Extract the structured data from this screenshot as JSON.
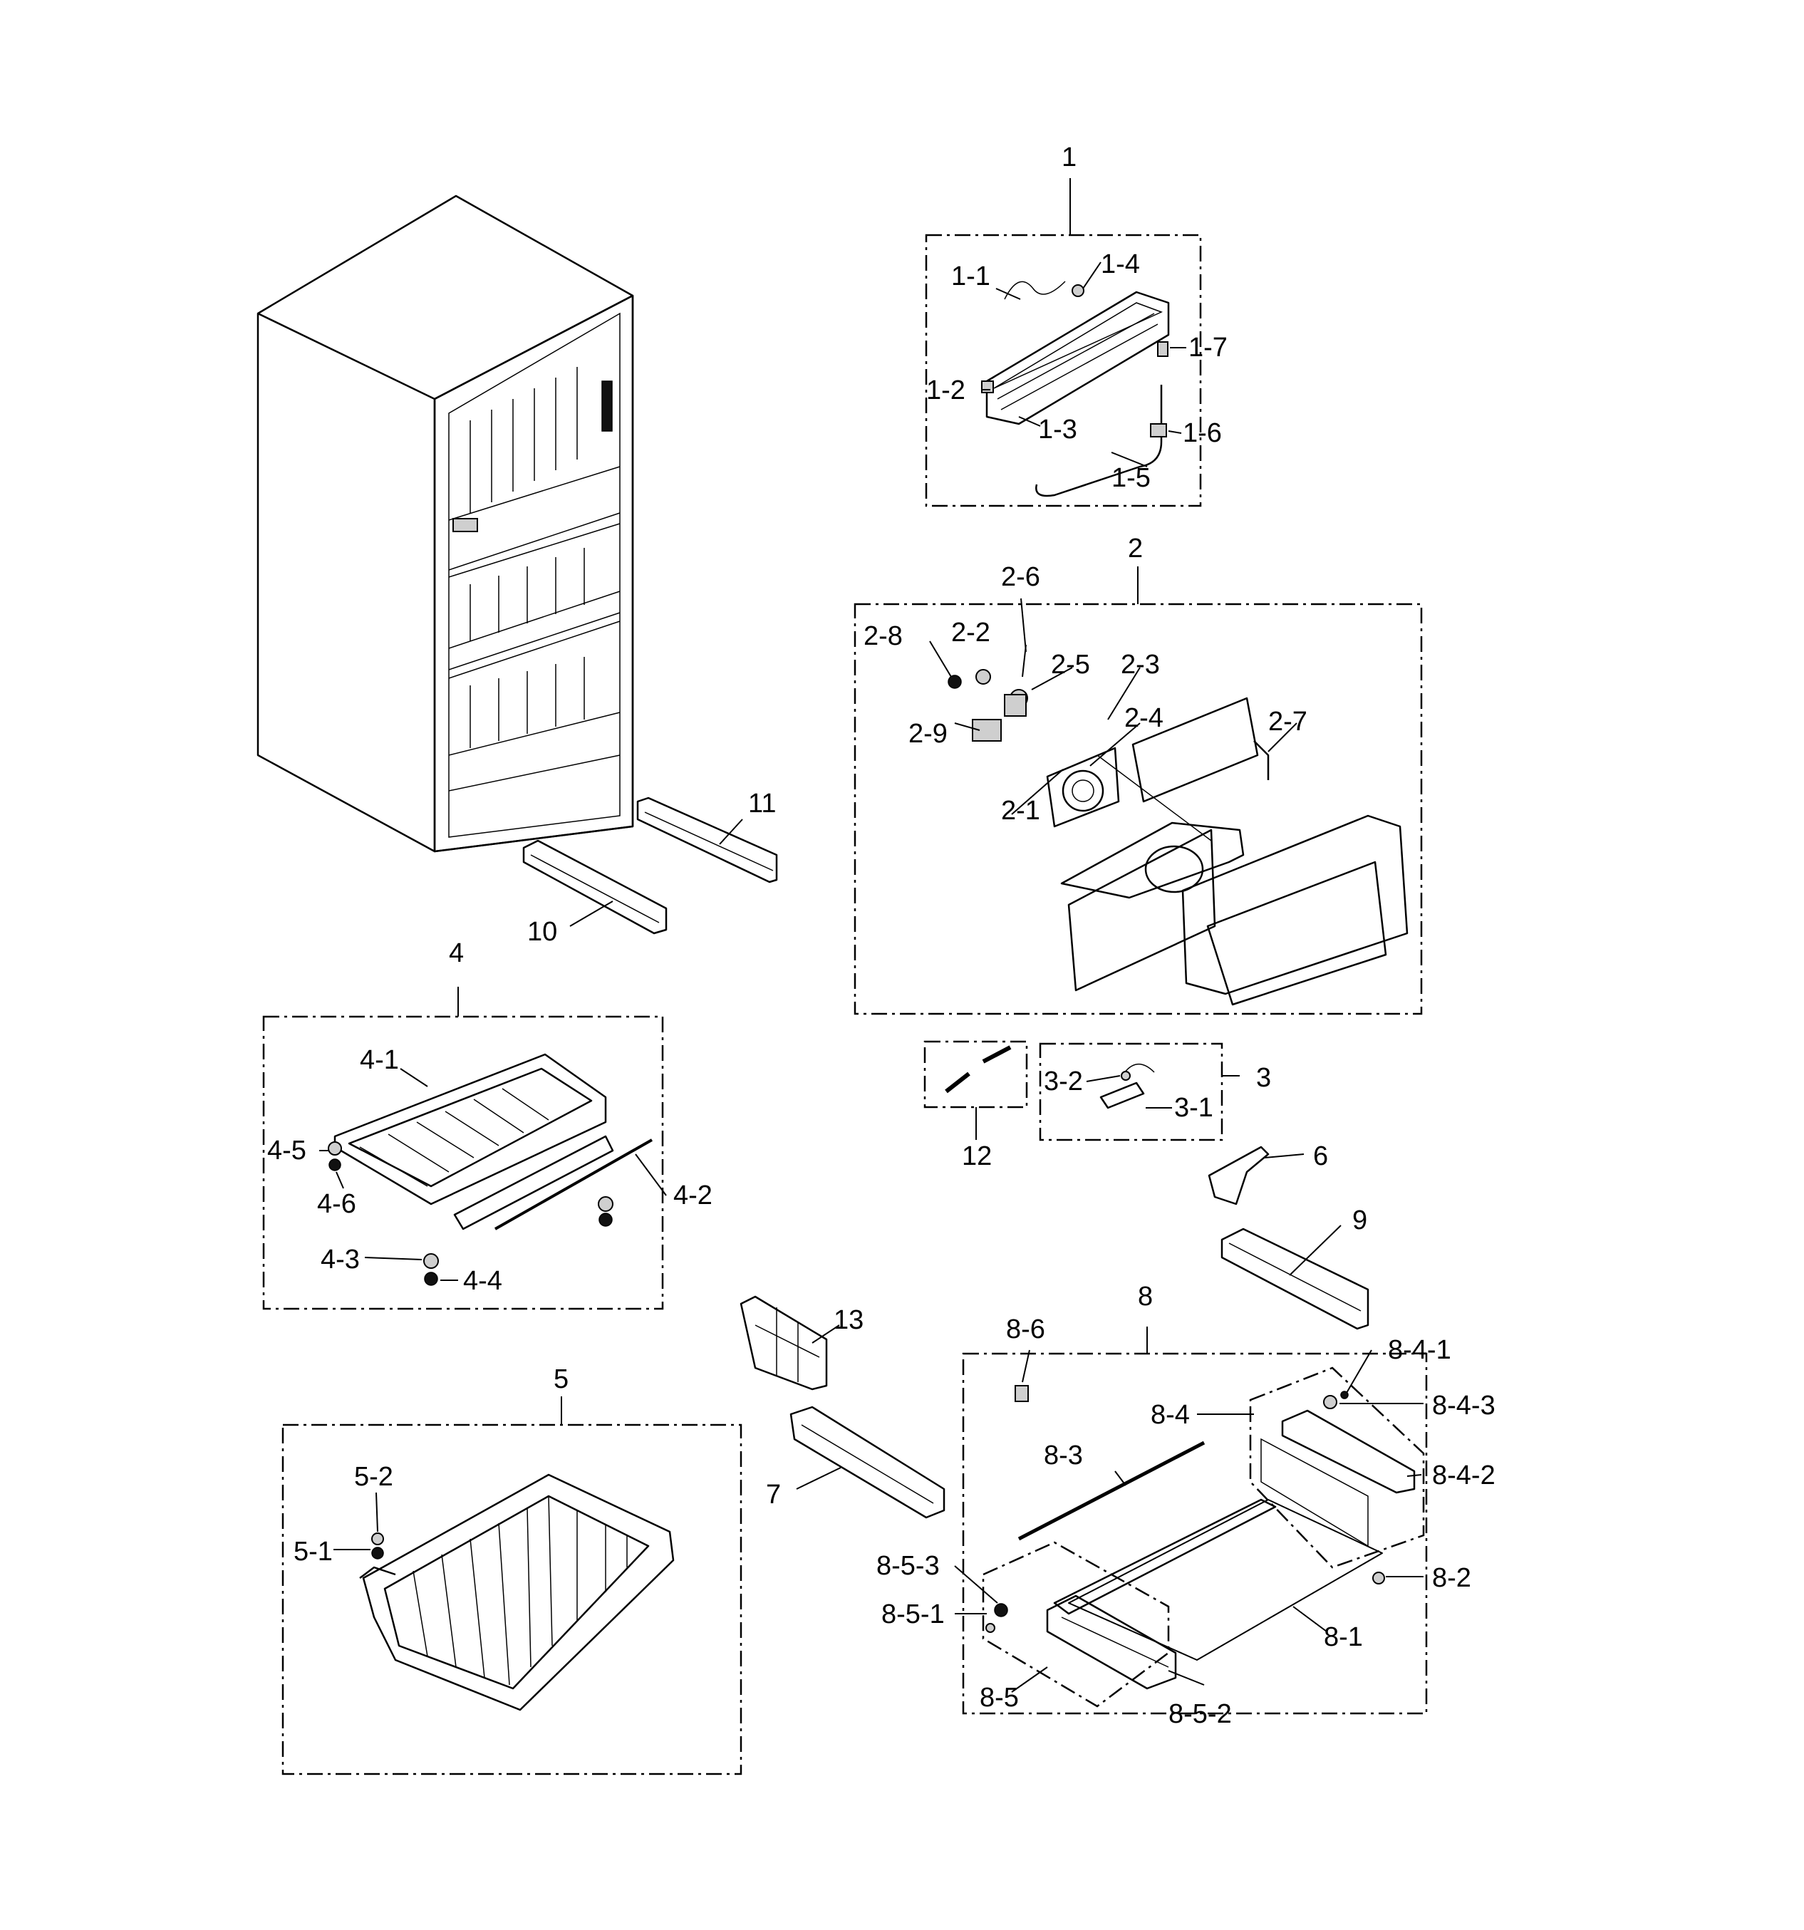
{
  "assemblies": [
    {
      "id": "1",
      "label": "1",
      "parts": [
        "1-1",
        "1-2",
        "1-3",
        "1-4",
        "1-5",
        "1-6",
        "1-7"
      ]
    },
    {
      "id": "2",
      "label": "2",
      "parts": [
        "2-1",
        "2-2",
        "2-3",
        "2-4",
        "2-5",
        "2-6",
        "2-7",
        "2-8",
        "2-9"
      ]
    },
    {
      "id": "3",
      "label": "3",
      "parts": [
        "3-1",
        "3-2"
      ]
    },
    {
      "id": "4",
      "label": "4",
      "parts": [
        "4-1",
        "4-2",
        "4-3",
        "4-4",
        "4-5",
        "4-6"
      ]
    },
    {
      "id": "5",
      "label": "5",
      "parts": [
        "5-1",
        "5-2"
      ]
    },
    {
      "id": "8",
      "label": "8",
      "parts": [
        "8-1",
        "8-2",
        "8-3",
        "8-4",
        "8-4-1",
        "8-4-2",
        "8-4-3",
        "8-5",
        "8-5-1",
        "8-5-2",
        "8-5-3",
        "8-6"
      ]
    }
  ],
  "single_parts": [
    "6",
    "7",
    "9",
    "10",
    "11",
    "12",
    "13"
  ],
  "labels": {
    "l1": "1",
    "l1_1": "1-1",
    "l1_2": "1-2",
    "l1_3": "1-3",
    "l1_4": "1-4",
    "l1_5": "1-5",
    "l1_6": "1-6",
    "l1_7": "1-7",
    "l2": "2",
    "l2_1": "2-1",
    "l2_2": "2-2",
    "l2_3": "2-3",
    "l2_4": "2-4",
    "l2_5": "2-5",
    "l2_6": "2-6",
    "l2_7": "2-7",
    "l2_8": "2-8",
    "l2_9": "2-9",
    "l3": "3",
    "l3_1": "3-1",
    "l3_2": "3-2",
    "l4": "4",
    "l4_1": "4-1",
    "l4_2": "4-2",
    "l4_3": "4-3",
    "l4_4": "4-4",
    "l4_5": "4-5",
    "l4_6": "4-6",
    "l5": "5",
    "l5_1": "5-1",
    "l5_2": "5-2",
    "l6": "6",
    "l7": "7",
    "l8": "8",
    "l8_1": "8-1",
    "l8_2": "8-2",
    "l8_3": "8-3",
    "l8_4": "8-4",
    "l8_4_1": "8-4-1",
    "l8_4_2": "8-4-2",
    "l8_4_3": "8-4-3",
    "l8_5": "8-5",
    "l8_5_1": "8-5-1",
    "l8_5_2": "8-5-2",
    "l8_5_3": "8-5-3",
    "l8_6": "8-6",
    "l9": "9",
    "l10": "10",
    "l11": "11",
    "l12": "12",
    "l13": "13"
  }
}
